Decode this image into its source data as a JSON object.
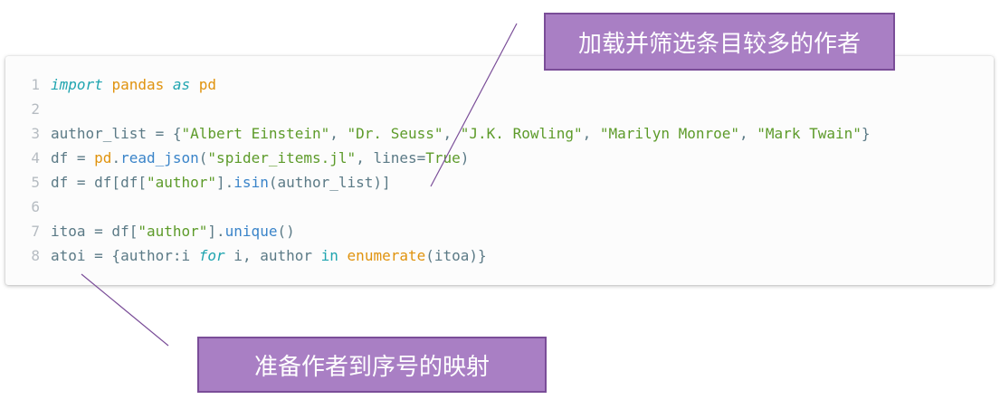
{
  "code": {
    "lines": [
      {
        "number": "1",
        "tokens": [
          {
            "cls": "t-kw-it",
            "text": "import"
          },
          {
            "cls": "t-plain",
            "text": " "
          },
          {
            "cls": "t-mod",
            "text": "pandas"
          },
          {
            "cls": "t-plain",
            "text": " "
          },
          {
            "cls": "t-kw-it",
            "text": "as"
          },
          {
            "cls": "t-plain",
            "text": " "
          },
          {
            "cls": "t-mod",
            "text": "pd"
          }
        ]
      },
      {
        "number": "2",
        "tokens": []
      },
      {
        "number": "3",
        "tokens": [
          {
            "cls": "t-plain",
            "text": "author_list = {"
          },
          {
            "cls": "t-str",
            "text": "\"Albert Einstein\""
          },
          {
            "cls": "t-plain",
            "text": ", "
          },
          {
            "cls": "t-str",
            "text": "\"Dr. Seuss\""
          },
          {
            "cls": "t-plain",
            "text": ", "
          },
          {
            "cls": "t-str",
            "text": "\"J.K. Rowling\""
          },
          {
            "cls": "t-plain",
            "text": ", "
          },
          {
            "cls": "t-str",
            "text": "\"Marilyn Monroe\""
          },
          {
            "cls": "t-plain",
            "text": ", "
          },
          {
            "cls": "t-str",
            "text": "\"Mark Twain\""
          },
          {
            "cls": "t-plain",
            "text": "}"
          }
        ]
      },
      {
        "number": "4",
        "tokens": [
          {
            "cls": "t-plain",
            "text": "df = "
          },
          {
            "cls": "t-mod",
            "text": "pd"
          },
          {
            "cls": "t-plain",
            "text": "."
          },
          {
            "cls": "t-fn",
            "text": "read_json"
          },
          {
            "cls": "t-plain",
            "text": "("
          },
          {
            "cls": "t-str",
            "text": "\"spider_items.jl\""
          },
          {
            "cls": "t-plain",
            "text": ", lines="
          },
          {
            "cls": "t-bool",
            "text": "True"
          },
          {
            "cls": "t-plain",
            "text": ")"
          }
        ]
      },
      {
        "number": "5",
        "tokens": [
          {
            "cls": "t-plain",
            "text": "df = df[df["
          },
          {
            "cls": "t-str",
            "text": "\"author\""
          },
          {
            "cls": "t-plain",
            "text": "]."
          },
          {
            "cls": "t-fn",
            "text": "isin"
          },
          {
            "cls": "t-plain",
            "text": "(author_list)]"
          }
        ]
      },
      {
        "number": "6",
        "tokens": []
      },
      {
        "number": "7",
        "tokens": [
          {
            "cls": "t-plain",
            "text": "itoa = df["
          },
          {
            "cls": "t-str",
            "text": "\"author\""
          },
          {
            "cls": "t-plain",
            "text": "]."
          },
          {
            "cls": "t-fn",
            "text": "unique"
          },
          {
            "cls": "t-plain",
            "text": "()"
          }
        ]
      },
      {
        "number": "8",
        "tokens": [
          {
            "cls": "t-plain",
            "text": "atoi = {author:i "
          },
          {
            "cls": "t-kw-it",
            "text": "for"
          },
          {
            "cls": "t-plain",
            "text": " i, author "
          },
          {
            "cls": "t-kw",
            "text": "in"
          },
          {
            "cls": "t-plain",
            "text": " "
          },
          {
            "cls": "t-mod",
            "text": "enumerate"
          },
          {
            "cls": "t-plain",
            "text": "(itoa)}"
          }
        ]
      }
    ]
  },
  "annotations": {
    "top_label": "加载并筛选条目较多的作者",
    "bottom_label": "准备作者到序号的映射"
  },
  "colors": {
    "callout_fill": "#a97fc4",
    "callout_border": "#7a4d98",
    "leader_line": "#7a4d98",
    "keyword": "#20a5b0",
    "module": "#e0930e",
    "string": "#5d9b2a",
    "function": "#3a84c9",
    "plain": "#5b7a86",
    "line_number": "#b6bcc2"
  }
}
